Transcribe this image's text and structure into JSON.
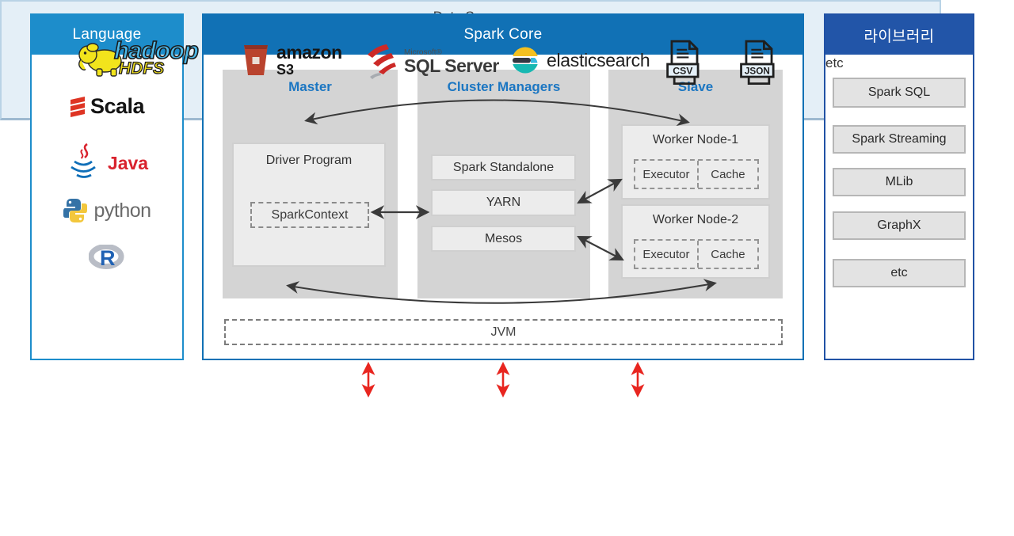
{
  "language_panel": {
    "title": "Language",
    "items": [
      {
        "name": "scala",
        "label": "Scala"
      },
      {
        "name": "java",
        "label": "Java"
      },
      {
        "name": "python",
        "label": "python"
      },
      {
        "name": "r",
        "label": "R"
      }
    ]
  },
  "spark_core": {
    "title": "Spark Core",
    "master": {
      "title": "Master",
      "driver_program": "Driver Program",
      "spark_context": "SparkContext"
    },
    "cluster_managers": {
      "title": "Cluster Managers",
      "items": [
        "Spark Standalone",
        "YARN",
        "Mesos"
      ]
    },
    "slave": {
      "title": "Slave",
      "workers": [
        {
          "title": "Worker Node-1",
          "executor": "Executor",
          "cache": "Cache"
        },
        {
          "title": "Worker Node-2",
          "executor": "Executor",
          "cache": "Cache"
        }
      ]
    },
    "jvm": "JVM"
  },
  "library_panel": {
    "title": "라이브러리",
    "items": [
      "Spark SQL",
      "Spark Streaming",
      "MLib",
      "GraphX",
      "etc"
    ]
  },
  "data_source": {
    "title": "Data Source",
    "hadoop": {
      "word": "hadoop",
      "sub": "HDFS"
    },
    "amazon": {
      "word": "amazon",
      "sub": "S3"
    },
    "sqlserver": {
      "brand": "Microsoft®",
      "word": "SQL Server"
    },
    "elasticsearch": {
      "word": "elasticsearch"
    },
    "csv": {
      "label": "CSV"
    },
    "json": {
      "label": "JSON"
    },
    "etc": {
      "label": "etc"
    }
  },
  "colors": {
    "language_header": "#1d8dcb",
    "spark_core_header": "#1171b5",
    "library_header": "#2255a8",
    "column_bg": "#d4d4d4",
    "box_bg": "#ececec",
    "data_source_bg": "#e4eff7",
    "title_blue": "#1b76c2",
    "arrow_black": "#3a3a3a",
    "arrow_red": "#e8251f"
  }
}
